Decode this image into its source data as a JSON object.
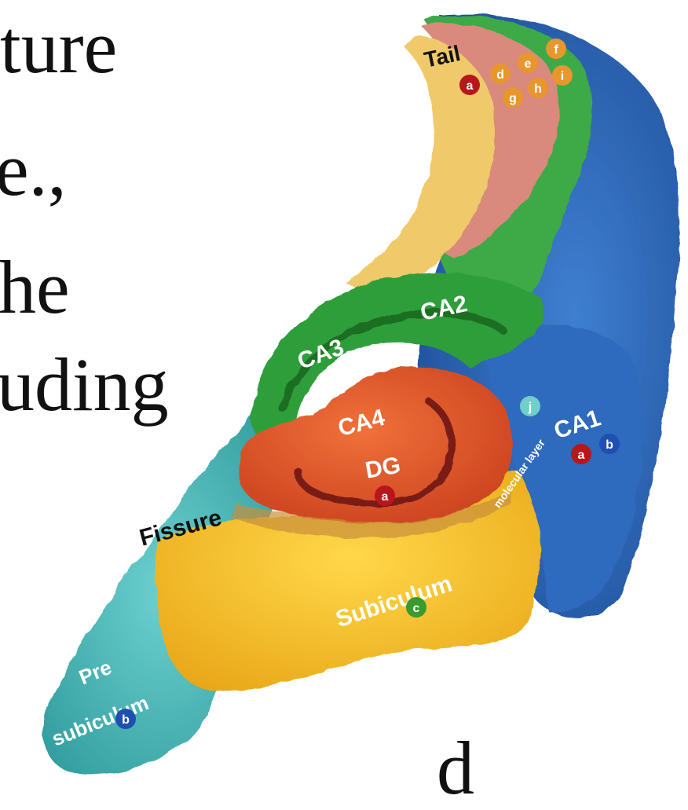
{
  "background_text": [
    "ture",
    "e.,",
    "he",
    "uding",
    "d"
  ],
  "regions": {
    "tail": "Tail",
    "ca3": "CA3",
    "ca2": "CA2",
    "ca4": "CA4",
    "dg": "DG",
    "ca1": "CA1",
    "fissure": "Fissure",
    "molecular_layer": "molecular layer",
    "subiculum": "Subiculum",
    "presubiculum_line1": "Pre",
    "presubiculum_line2": "subiculum"
  },
  "badges": {
    "tail": [
      "a",
      "d",
      "e",
      "f",
      "g",
      "h",
      "i"
    ],
    "molecular_layer": "j",
    "ca1": [
      "a",
      "b"
    ],
    "dg": "a",
    "subiculum": "c",
    "presubiculum": "b"
  },
  "colors": {
    "tail_yellow": "#f0c968",
    "tail_red": "#d9897a",
    "green": "#2f9e3a",
    "blue": "#2c68b5",
    "orange_red": "#e05a2a",
    "yellow": "#f5c21f",
    "teal": "#4dbfbf",
    "badge_red": "#b8161b",
    "badge_orange": "#e8962e",
    "badge_blue": "#1f4fb0",
    "badge_green": "#3a9a2e",
    "badge_teal": "#6fcfc9"
  }
}
